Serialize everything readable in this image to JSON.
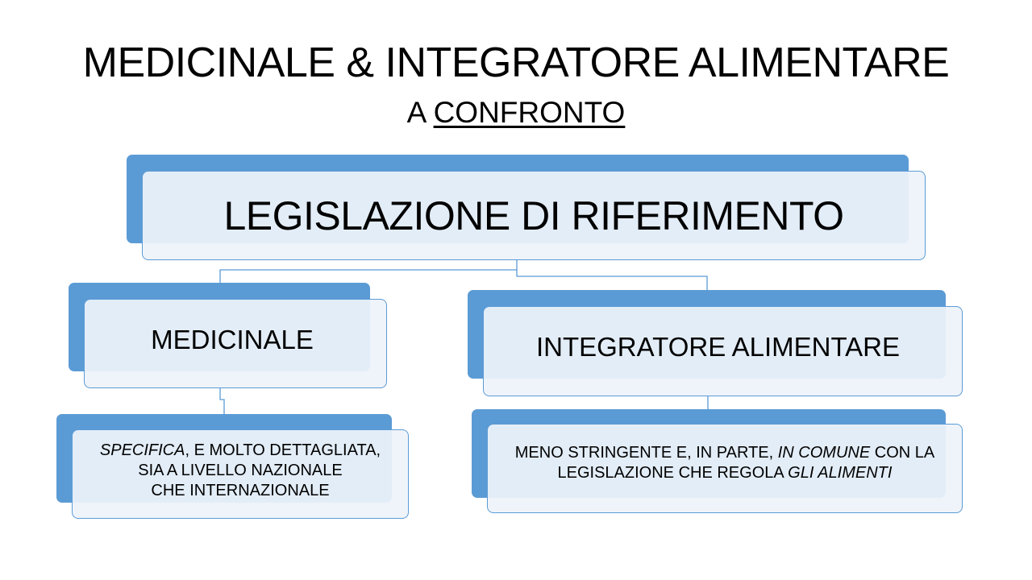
{
  "slide": {
    "title": "MEDICINALE & INTEGRATORE ALIMENTARE",
    "subtitle_prefix": "A ",
    "subtitle_underlined": "CONFRONTO"
  },
  "diagram": {
    "root": "LEGISLAZIONE DI RIFERIMENTO",
    "left": {
      "label": "MEDICINALE",
      "desc": {
        "p1_italic": "SPECIFICA",
        "p1_rest": ", E MOLTO DETTAGLIATA,",
        "line2": "SIA A LIVELLO NAZIONALE",
        "line3": "CHE INTERNAZIONALE"
      }
    },
    "right": {
      "label": "INTEGRATORE ALIMENTARE",
      "desc": {
        "p1": "MENO STRINGENTE E, IN PARTE, ",
        "p1_italic": "IN COMUNE",
        "p1_rest": " CON LA",
        "line2": "LEGISLAZIONE CHE REGOLA ",
        "line2_italic": "GLI ALIMENTI"
      }
    },
    "colors": {
      "accent": "#5b9bd5",
      "box_fill": "#eef3fa"
    }
  }
}
